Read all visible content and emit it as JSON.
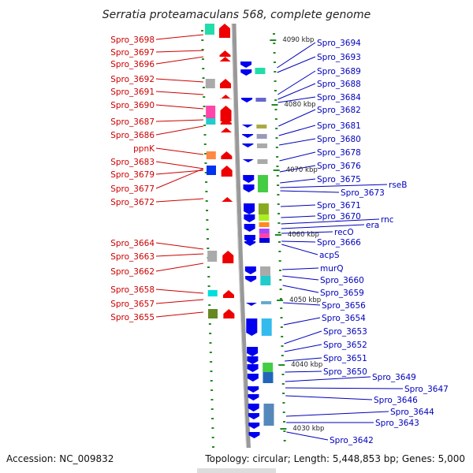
{
  "title": "Serratia proteamaculans 568, complete genome",
  "footer": {
    "accession": "Accession: NC_009832",
    "summary": "Topology: circular; Length: 5,448,853 bp; Genes: 5,000"
  },
  "colors": {
    "forward_label": "#cc0000",
    "reverse_label": "#0000bb",
    "forward_arrow": "#ee0000",
    "reverse_arrow": "#0000ee",
    "tick": "#228822",
    "backbone": "#999999"
  },
  "scale": {
    "kbp_start": 4028,
    "kbp_end": 4094,
    "major_labels": [
      "4090 kbp",
      "4080 kbp",
      "4070 kbp",
      "4060 kbp",
      "4050 kbp",
      "4040 kbp",
      "4030 kbp"
    ]
  },
  "forward_labels": [
    "Spro_3698",
    "Spro_3697",
    "Spro_3696",
    "Spro_3692",
    "Spro_3691",
    "Spro_3690",
    "Spro_3687",
    "Spro_3686",
    "ppnK",
    "Spro_3683",
    "Spro_3679",
    "Spro_3677",
    "Spro_3672",
    "Spro_3664",
    "Spro_3663",
    "Spro_3662",
    "Spro_3658",
    "Spro_3657",
    "Spro_3655"
  ],
  "reverse_labels": [
    "Spro_3694",
    "Spro_3693",
    "Spro_3689",
    "Spro_3688",
    "Spro_3684",
    "Spro_3682",
    "Spro_3681",
    "Spro_3680",
    "Spro_3678",
    "Spro_3676",
    "Spro_3675",
    "rseB",
    "Spro_3673",
    "Spro_3671",
    "Spro_3670",
    "rnc",
    "era",
    "recO",
    "Spro_3666",
    "acpS",
    "murQ",
    "Spro_3660",
    "Spro_3659",
    "Spro_3656",
    "Spro_3654",
    "Spro_3653",
    "Spro_3652",
    "Spro_3651",
    "Spro_3650",
    "Spro_3649",
    "Spro_3647",
    "Spro_3646",
    "Spro_3644",
    "Spro_3643",
    "Spro_3642"
  ]
}
